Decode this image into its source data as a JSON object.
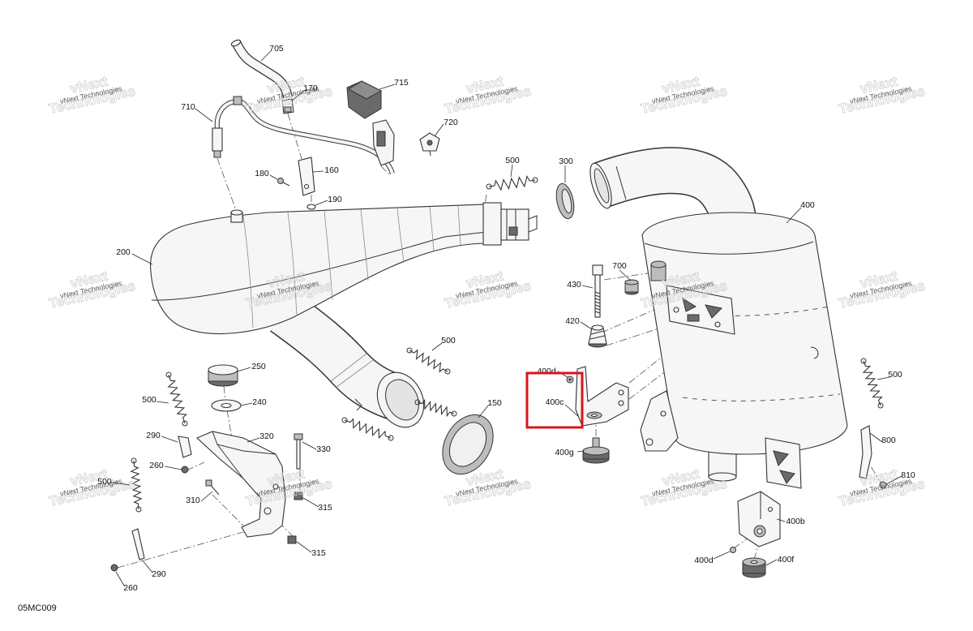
{
  "diagram_code": "05MC009",
  "watermark": "vNext Technologies",
  "highlight": {
    "color": "#d9161e"
  },
  "line_color": "#333333",
  "callouts": [
    "705",
    "170",
    "715",
    "710",
    "720",
    "180",
    "160",
    "190",
    "500",
    "300",
    "400",
    "200",
    "700",
    "430",
    "420",
    "500",
    "250",
    "400d",
    "500",
    "500",
    "240",
    "400c",
    "150",
    "290",
    "320",
    "800",
    "330",
    "400g",
    "260",
    "810",
    "500",
    "310",
    "315",
    "400b",
    "315",
    "400d",
    "400f",
    "290",
    "260"
  ]
}
